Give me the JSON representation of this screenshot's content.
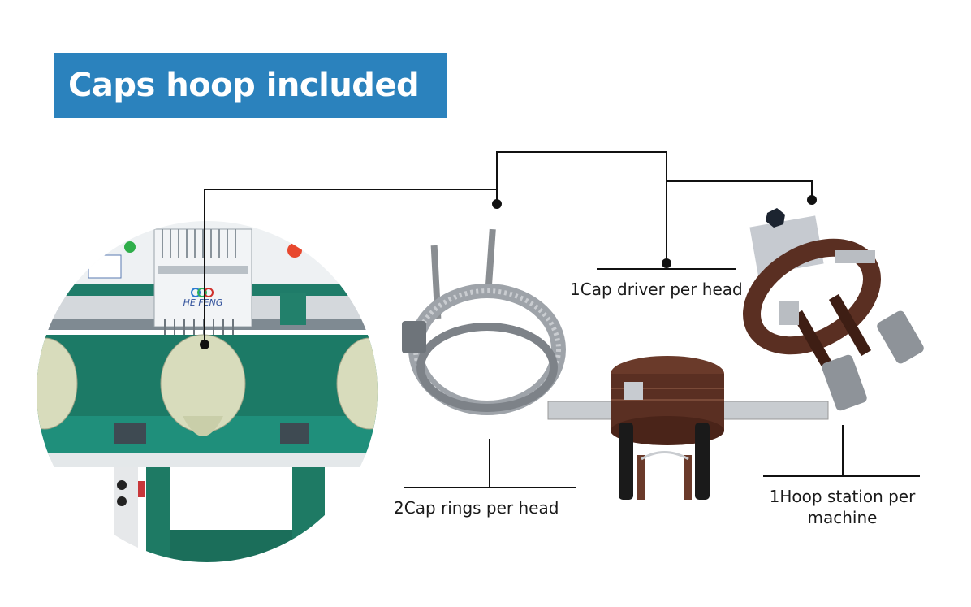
{
  "banner": {
    "title": "Caps hoop included",
    "background_color": "#2b82bd",
    "text_color": "#ffffff"
  },
  "machine_photo": {
    "brand_text": "HE FENG",
    "description": "multi-head embroidery machine with caps mounted on cap drivers",
    "accent_color": "#1a7a6a"
  },
  "components": [
    {
      "id": "cap-rings",
      "label": "2Cap rings per head",
      "description": "chrome cap ring with toothed edge"
    },
    {
      "id": "cap-driver",
      "label": "1Cap driver per head",
      "description": "brown cap driver with side rails"
    },
    {
      "id": "hoop-station",
      "label_line1": "1Hoop station per",
      "label_line2": "machine",
      "description": "cap hoop gauge station with knob"
    }
  ],
  "colors": {
    "line": "#111111",
    "metal": "#b8bcc4",
    "bronze": "#5a2f22",
    "knob": "#1c2430"
  }
}
